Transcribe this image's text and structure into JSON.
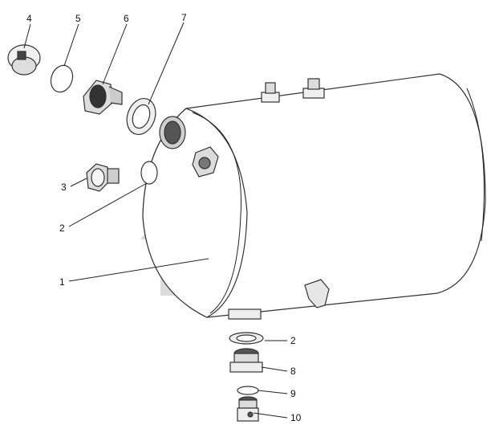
{
  "callouts": [
    {
      "id": "c1",
      "label": "1"
    },
    {
      "id": "c2a",
      "label": "2"
    },
    {
      "id": "c2b",
      "label": "2"
    },
    {
      "id": "c3",
      "label": "3"
    },
    {
      "id": "c4",
      "label": "4"
    },
    {
      "id": "c5",
      "label": "5"
    },
    {
      "id": "c6",
      "label": "6"
    },
    {
      "id": "c7",
      "label": "7"
    },
    {
      "id": "c8",
      "label": "8"
    },
    {
      "id": "c9",
      "label": "9"
    },
    {
      "id": "c10",
      "label": "10"
    }
  ],
  "colors": {
    "line": "#333333",
    "tank_fill": "#ffffff",
    "part_fill": "#e8e8e8",
    "part_dark": "#555555",
    "watermark": "#d2d6d2"
  },
  "icons": [
    "tank-icon",
    "plug-icon",
    "o-ring-icon",
    "adapter-fitting-icon",
    "washer-icon",
    "drain-plug-icon"
  ]
}
